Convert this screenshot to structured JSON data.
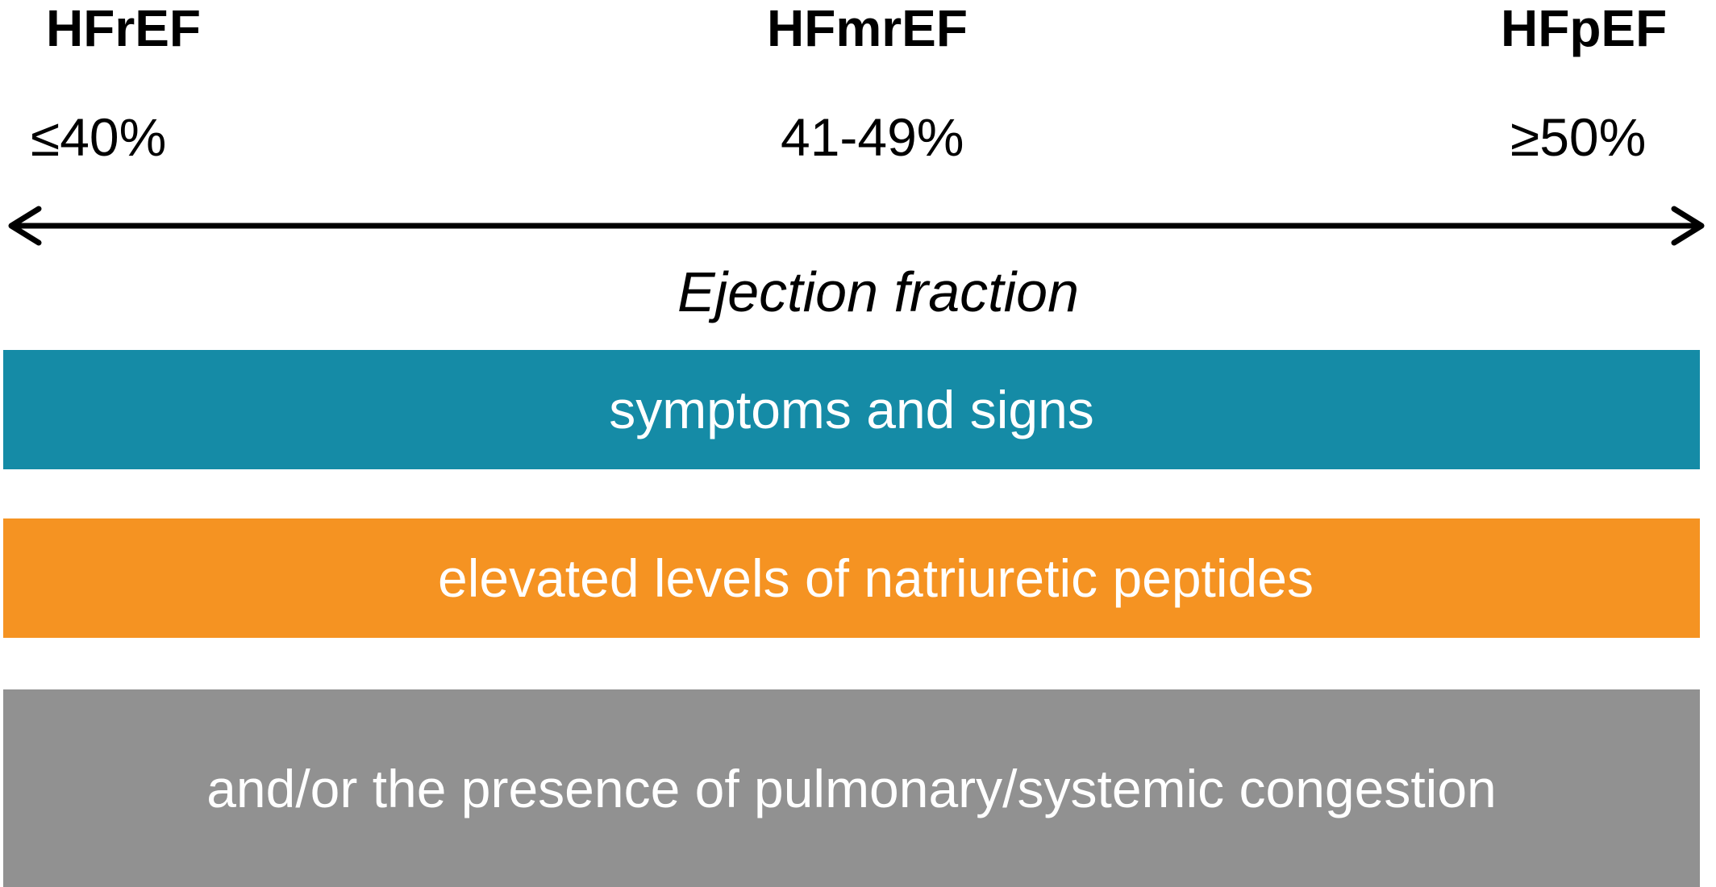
{
  "categories": [
    {
      "name": "HFrEF",
      "range": "≤40%"
    },
    {
      "name": "HFmrEF",
      "range": "41-49%"
    },
    {
      "name": "HFpEF",
      "range": "≥50%"
    }
  ],
  "axis": {
    "label": "Ejection fraction"
  },
  "bands": [
    {
      "text": "symptoms and signs",
      "color": "#158ba6"
    },
    {
      "text": "elevated levels of natriuretic peptides",
      "color": "#f59322"
    },
    {
      "text": "and/or the presence of pulmonary/systemic congestion",
      "color": "#919191"
    }
  ]
}
